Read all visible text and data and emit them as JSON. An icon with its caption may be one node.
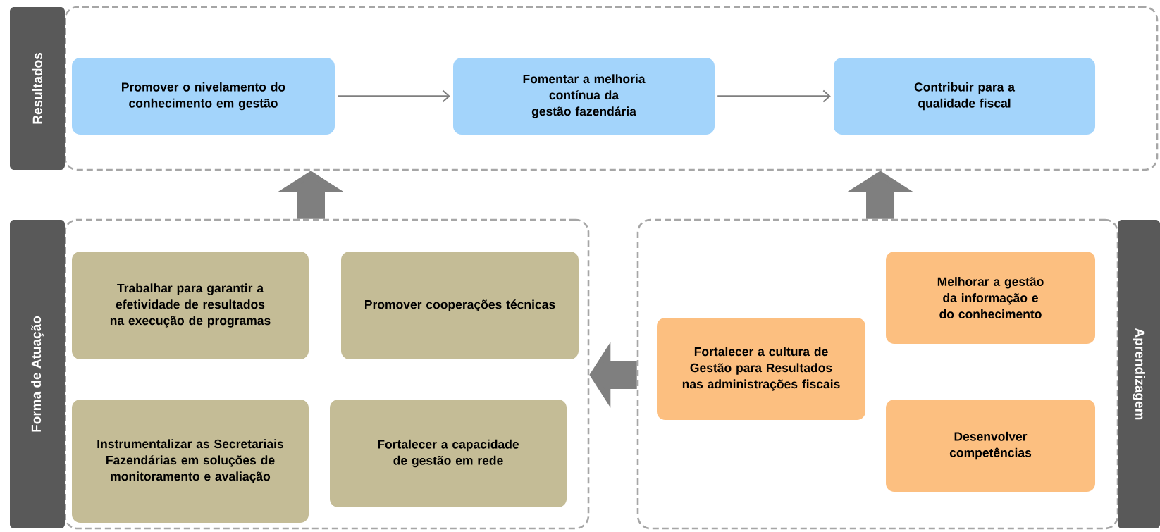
{
  "diagram": {
    "nodes": [
      {
        "text": [
          "Resultados"
        ]
      },
      {
        "text": [
          "Promover o nivelamento do conhecimento em gestão"
        ],
        "in": 0
      },
      {
        "text": [
          "Fomentar a melhoria contínua da gestão fazendária"
        ],
        "in": 0
      },
      {
        "text": [
          "Contribuir para a qualidade fiscal"
        ],
        "in": 0
      },
      {
        "text": [
          "Forma de Atuação"
        ]
      },
      {
        "text": [
          "Trabalhar para garantir a efetividade de resultados na execução de programas"
        ],
        "in": 4
      },
      {
        "text": [
          "Promover cooperações técnicas"
        ],
        "in": 4
      },
      {
        "text": [
          "Instrumentalizar as Secretariais Fazendárias em soluções de monitoramento e avaliação"
        ],
        "in": 4
      },
      {
        "text": [
          "Fortalecer a capacidade de gestão em rede"
        ],
        "in": 4
      },
      {
        "text": [
          "Aprendizagem"
        ]
      },
      {
        "text": [
          "Fortalecer a cultura de Gestão para Resultados nas administrações fiscais"
        ],
        "in": 9
      },
      {
        "text": [
          "Melhorar a gestão da informação e do conhecimento"
        ],
        "in": 9
      },
      {
        "text": [
          "Desenvolver competências"
        ],
        "in": 9
      }
    ],
    "edges": [
      {
        "from": 1,
        "to": 2,
        "arrow": "to"
      },
      {
        "from": 2,
        "to": 3,
        "arrow": "to"
      },
      {
        "from": 4,
        "to": 0,
        "arrow": "to"
      },
      {
        "from": 9,
        "to": 0,
        "arrow": "to"
      },
      {
        "from": 9,
        "to": 4,
        "arrow": "to"
      }
    ]
  }
}
